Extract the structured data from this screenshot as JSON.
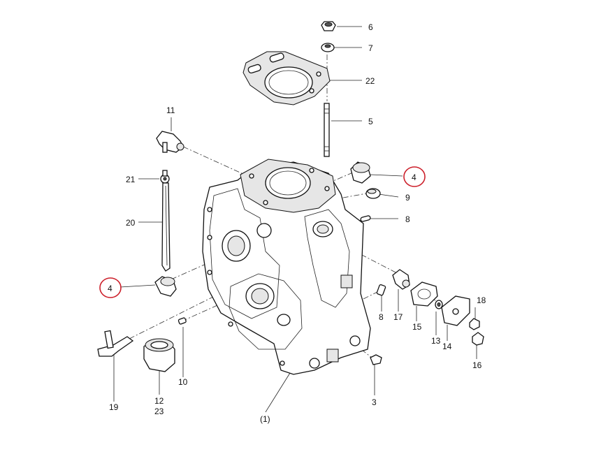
{
  "labels": {
    "p6": "6",
    "p7": "7",
    "p22": "22",
    "p5": "5",
    "p11": "11",
    "p21": "21",
    "p20": "20",
    "p4_right": "4",
    "p9": "9",
    "p8_right": "8",
    "p4_left": "4",
    "p8_lower": "8",
    "p17": "17",
    "p15": "15",
    "p13": "13",
    "p14": "14",
    "p18": "18",
    "p16": "16",
    "p10": "10",
    "p19": "19",
    "p12": "12",
    "p23": "23",
    "p3": "3",
    "p_body": "(1)"
  },
  "colors": {
    "ink": "#222222",
    "highlight_circle": "#cc1f2a",
    "background": "#ffffff"
  }
}
